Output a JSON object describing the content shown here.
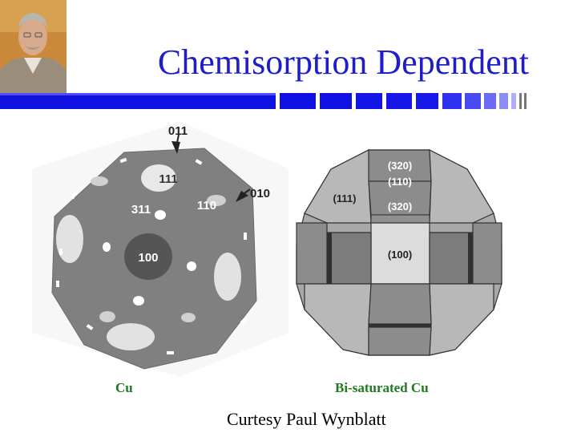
{
  "slide": {
    "title": "Chemisorption Dependent",
    "credit": "Curtesy Paul Wynblatt"
  },
  "left_figure": {
    "caption": "Cu",
    "labels": {
      "f011": "011",
      "f111": "111",
      "f010": "010",
      "f110": "110",
      "f311": "311",
      "f100": "100"
    }
  },
  "right_figure": {
    "caption": "Bi-saturated Cu",
    "labels": {
      "top_320": "(320)",
      "top_110": "(110)",
      "mid_320": "(320)",
      "f111": "(111)",
      "f100": "(100)"
    }
  },
  "colors": {
    "title": "#1d1dcc",
    "caption": "#1f7a1f",
    "bar_blue": "#1010e0"
  }
}
